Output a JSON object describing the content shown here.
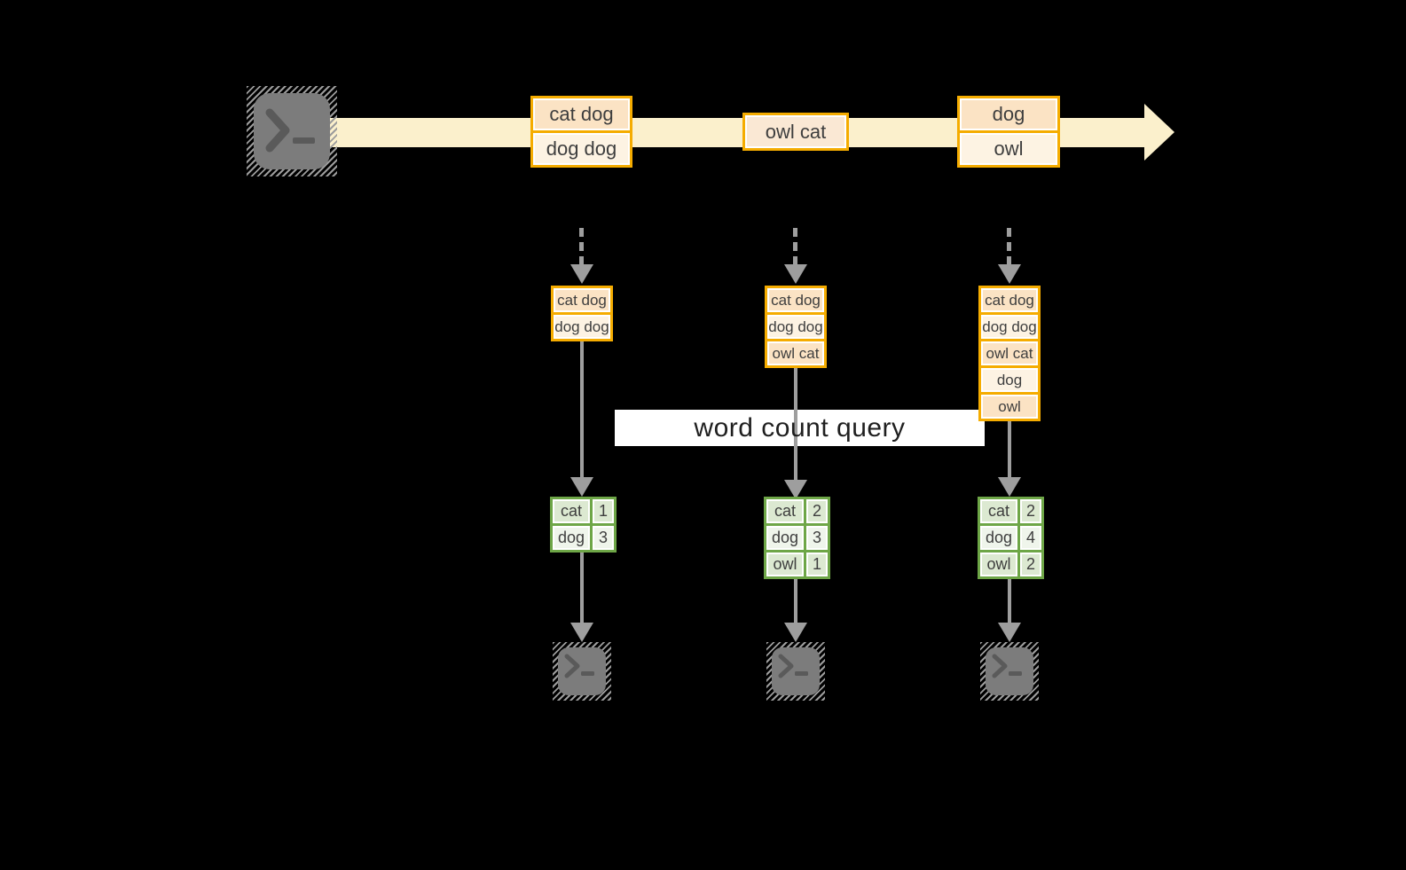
{
  "query": {
    "label": "word count query"
  },
  "stream": {
    "events": [
      {
        "lines": [
          "cat dog",
          "dog dog"
        ]
      },
      {
        "lines": [
          "owl cat"
        ]
      },
      {
        "lines": [
          "dog",
          "owl"
        ]
      }
    ]
  },
  "columns": [
    {
      "buffer": [
        "cat dog",
        "dog dog"
      ],
      "counts": [
        {
          "word": "cat",
          "count": 1
        },
        {
          "word": "dog",
          "count": 3
        }
      ]
    },
    {
      "buffer": [
        "cat dog",
        "dog dog",
        "owl cat"
      ],
      "counts": [
        {
          "word": "cat",
          "count": 2
        },
        {
          "word": "dog",
          "count": 3
        },
        {
          "word": "owl",
          "count": 1
        }
      ]
    },
    {
      "buffer": [
        "cat dog",
        "dog dog",
        "owl cat",
        "dog",
        "owl"
      ],
      "counts": [
        {
          "word": "cat",
          "count": 2
        },
        {
          "word": "dog",
          "count": 4
        },
        {
          "word": "owl",
          "count": 2
        }
      ]
    }
  ],
  "icons": {
    "source": "terminal-icon",
    "sinks": [
      "terminal-icon",
      "terminal-icon",
      "terminal-icon"
    ]
  },
  "colors": {
    "background": "#000000",
    "stream_band": "#FBF0CC",
    "orange_border": "#F5AC00",
    "peach_dark": "#FBE3C4",
    "peach_light": "#FDF3E3",
    "peach_mid": "#FAE8D4",
    "green_border": "#6EA647",
    "green_dark": "#DCE9D1",
    "green_light": "#EFF5EB",
    "connector_gray": "#9E9E9E",
    "terminal_gray": "#7C7C7C",
    "query_bg": "#FFFFFF",
    "text": "#3E3E3E"
  }
}
